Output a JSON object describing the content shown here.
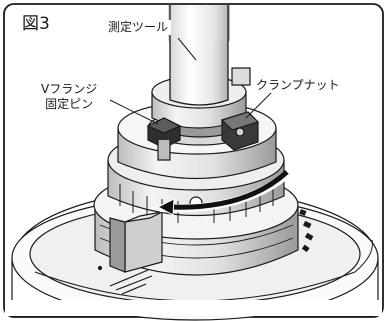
{
  "figure": {
    "number": "図3",
    "labels": {
      "measuring_tool": "測定ツール",
      "v_flange_pin_line1": "Vフランジ",
      "v_flange_pin_line2": "固定ピン",
      "clamp_nut": "クランプナット"
    }
  },
  "colors": {
    "line": "#1a1a1a",
    "metal_light": "#f1f1f1",
    "metal_mid": "#d2d2d2",
    "metal_dark": "#8c8c8c",
    "shadow": "#5a5a5a",
    "arrow": "#111111"
  }
}
